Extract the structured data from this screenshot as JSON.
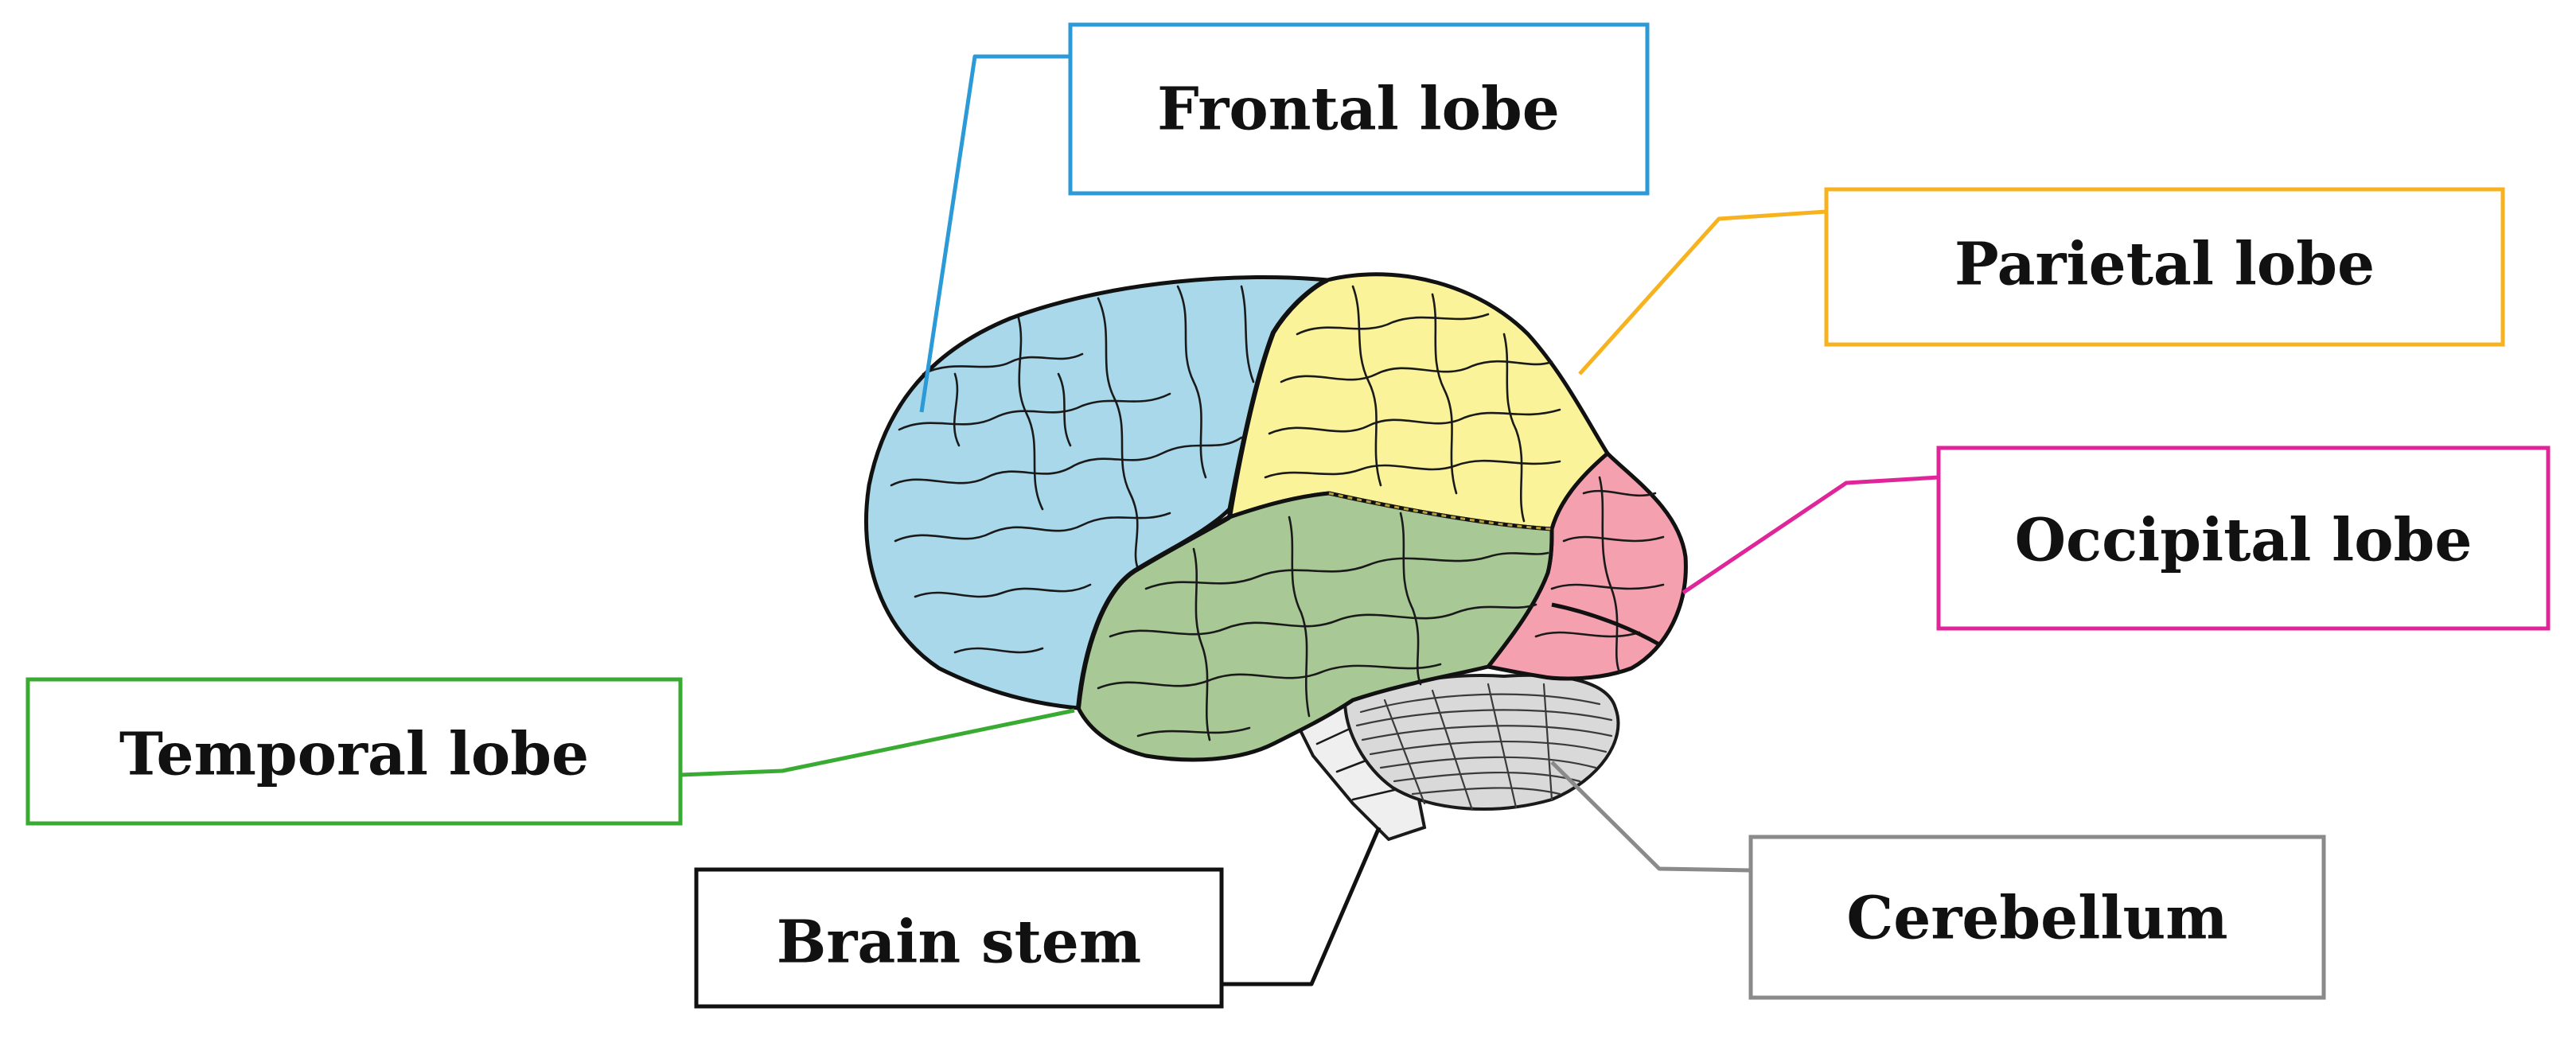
{
  "labels": {
    "frontal": {
      "text": "Frontal lobe",
      "color": "#2b9ad6"
    },
    "parietal": {
      "text": "Parietal lobe",
      "color": "#f6b31f"
    },
    "occipital": {
      "text": "Occipital lobe",
      "color": "#e0249a"
    },
    "temporal": {
      "text": "Temporal lobe",
      "color": "#3aab32"
    },
    "brainstem": {
      "text": "Brain stem",
      "color": "#111111"
    },
    "cerebellum": {
      "text": "Cerebellum",
      "color": "#8a8a8a"
    }
  },
  "region_colors": {
    "frontal": "#a9d8ea",
    "parietal": "#fbf39a",
    "occipital": "#f4a0ae",
    "temporal": "#a8c995",
    "cerebellum": "#d9d9d9",
    "brainstem": "#efefef"
  }
}
